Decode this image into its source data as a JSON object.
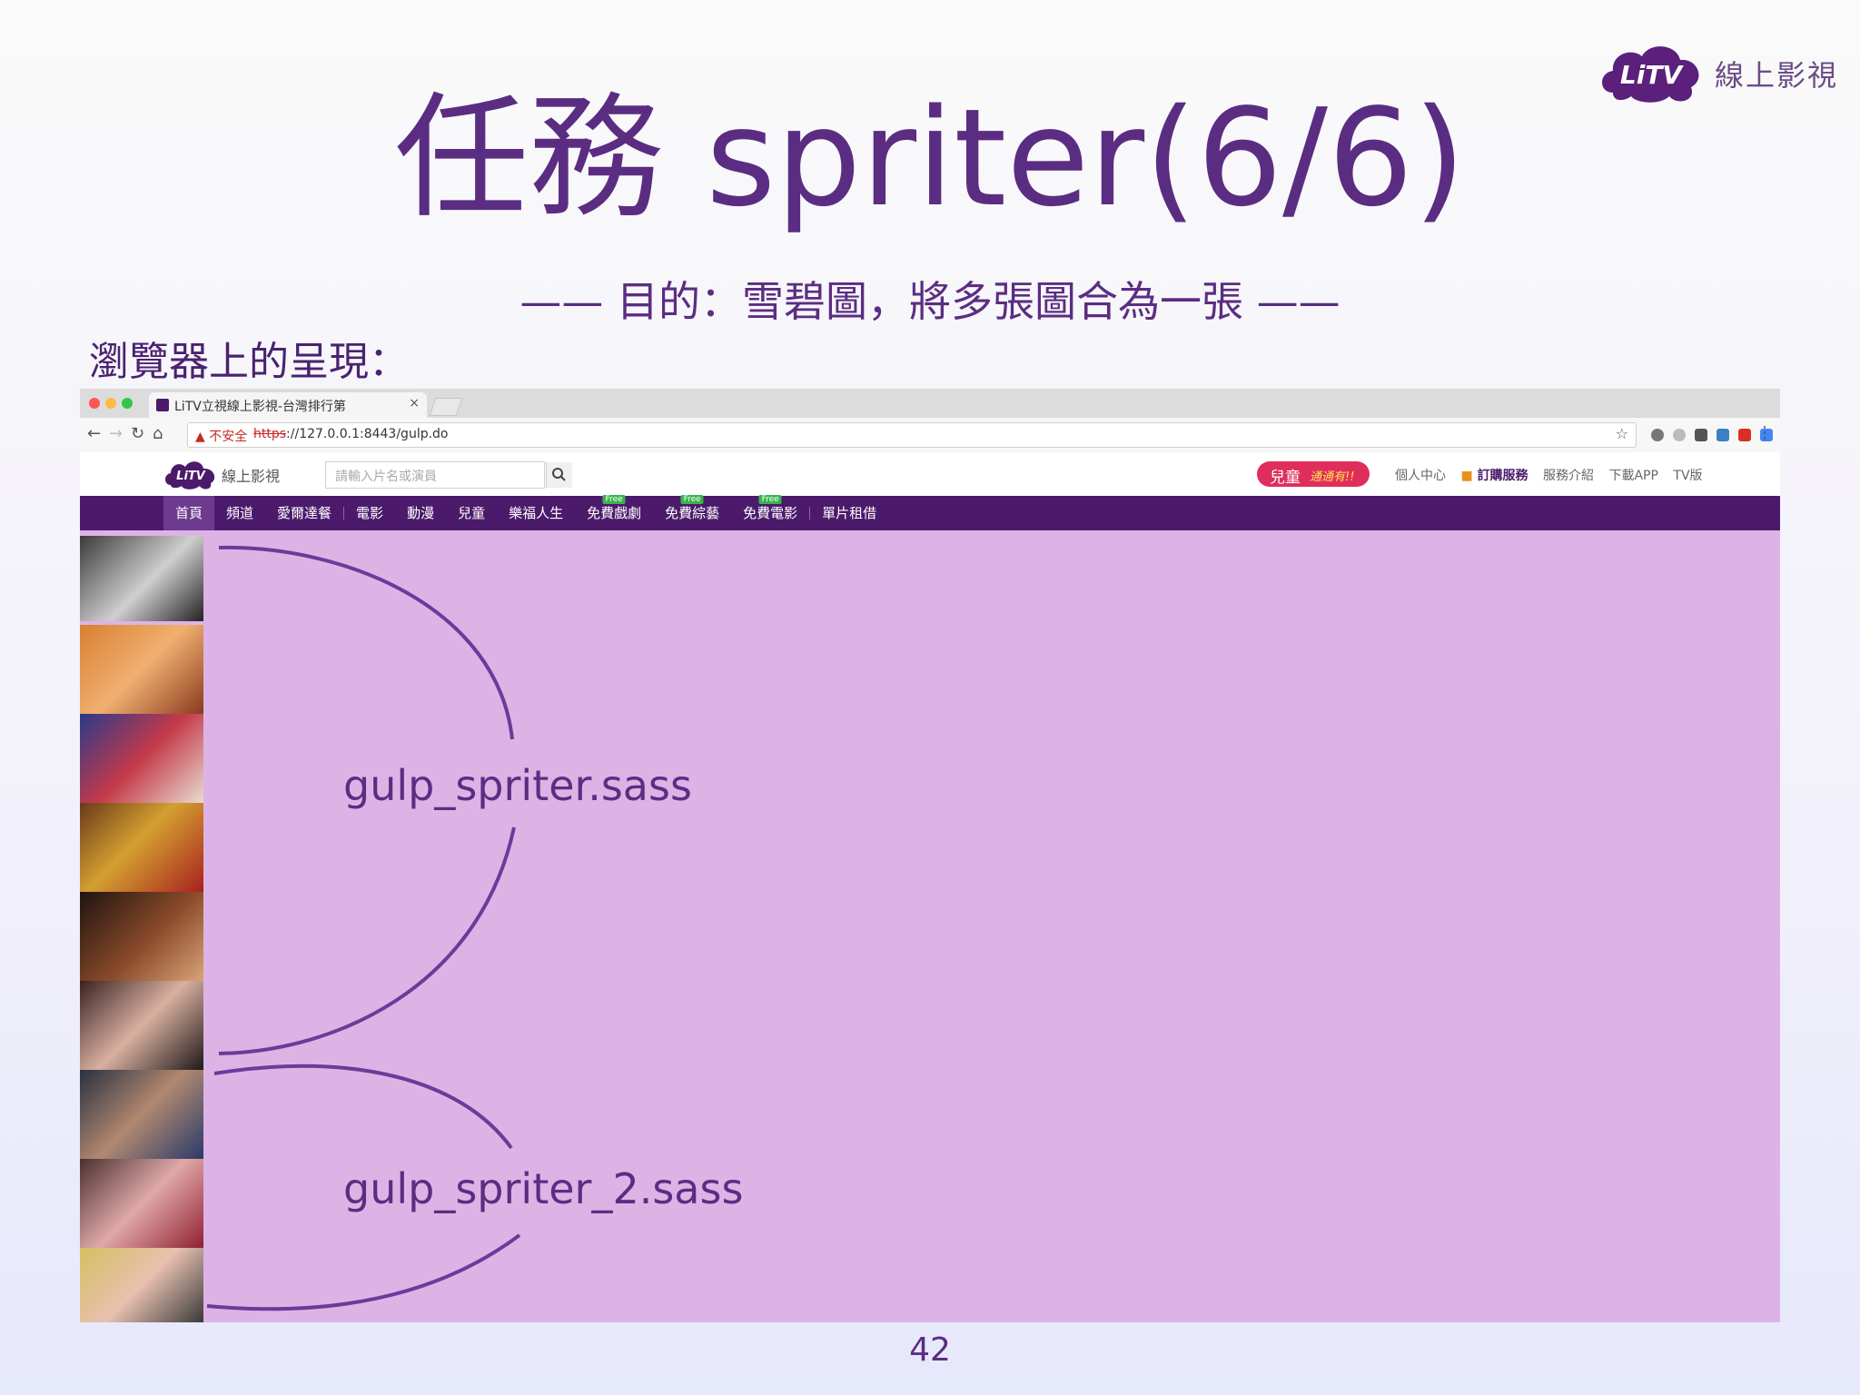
{
  "brand": {
    "text": "線上影視",
    "logo_text": "LiTV"
  },
  "slide": {
    "title": "任務 spriter(6/6)",
    "subtitle": "—— 目的：雪碧圖，將多張圖合為一張 ——",
    "section_label": "瀏覽器上的呈現：",
    "page_number": "42"
  },
  "browser": {
    "tab_title": "LiTV立視線上影視-台灣排行第",
    "tab_close": "×",
    "security_warning": "不安全",
    "url_scheme": "https",
    "url_rest": "://127.0.0.1:8443/gulp.do",
    "site": {
      "logo_text": "LiTV",
      "logo_label": "線上影視",
      "search_placeholder": "請輸入片名或演員",
      "kid_badge_main": "兒童",
      "kid_badge_sub": "通通有!!",
      "header_links": [
        "個人中心",
        "訂購服務",
        "服務介紹",
        "下載APP",
        "TV版"
      ],
      "nav": [
        {
          "label": "首頁",
          "active": true
        },
        {
          "label": "頻道"
        },
        {
          "label": "愛爾達餐"
        },
        {
          "label": "電影"
        },
        {
          "label": "動漫"
        },
        {
          "label": "兒童"
        },
        {
          "label": "樂福人生"
        },
        {
          "label": "免費戲劇",
          "tag": "Free"
        },
        {
          "label": "免費綜藝",
          "tag": "Free"
        },
        {
          "label": "免費電影",
          "tag": "Free"
        },
        {
          "label": "單片租借"
        }
      ]
    }
  },
  "annotations": {
    "sprite1": "gulp_spriter.sass",
    "sprite2": "gulp_spriter_2.sass"
  },
  "colors": {
    "accent": "#5b2d82",
    "nav_bg": "#4b1a6b",
    "page_bg": "#ddb3e6",
    "kid_badge": "#e02e5c"
  }
}
